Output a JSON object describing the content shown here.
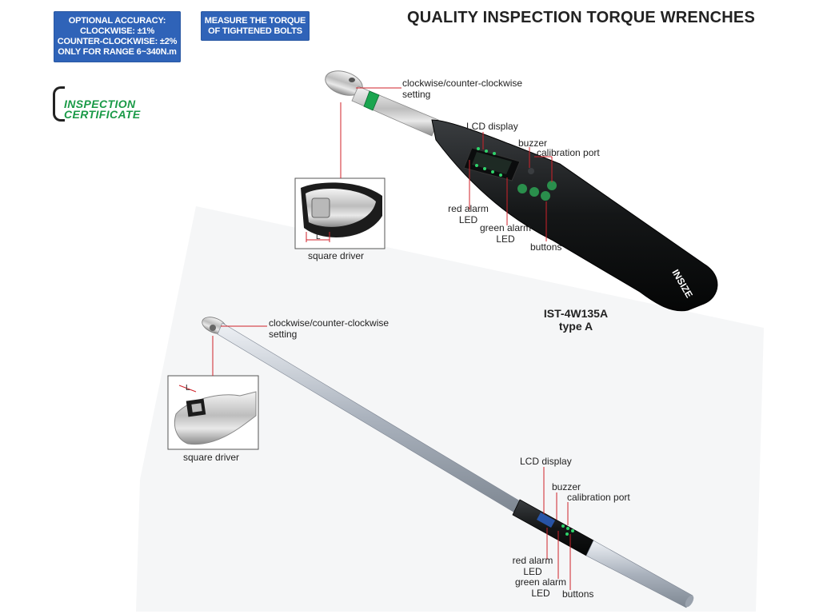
{
  "title": "QUALITY INSPECTION TORQUE WRENCHES",
  "badges": {
    "accuracy": [
      "OPTIONAL ACCURACY:",
      "CLOCKWISE: ±1%",
      "COUNTER-CLOCKWISE: ±2%",
      "ONLY FOR RANGE 6~340N.m"
    ],
    "measure": [
      "MEASURE THE TORQUE",
      "OF TIGHTENED BOLTS"
    ]
  },
  "certificate": [
    "INSPECTION",
    "CERTIFICATE"
  ],
  "brand": "INSIZE",
  "model": [
    "IST-4W135A",
    "type A"
  ],
  "labels_top": {
    "direction": [
      "clockwise/counter-clockwise",
      "setting"
    ],
    "lcd": "LCD display",
    "buzzer": "buzzer",
    "calibration": "calibration port",
    "red_alarm": [
      "red alarm",
      "LED"
    ],
    "green_alarm": [
      "green alarm",
      "LED"
    ],
    "buttons": "buttons",
    "square_driver": "square driver",
    "dim": "L"
  },
  "labels_bottom": {
    "direction": [
      "clockwise/counter-clockwise",
      "setting"
    ],
    "lcd": "LCD display",
    "buzzer": "buzzer",
    "calibration": "calibration port",
    "red_alarm": [
      "red alarm",
      "LED"
    ],
    "green_alarm": [
      "green alarm",
      "LED"
    ],
    "buttons": "buttons",
    "square_driver": "square driver",
    "dim": "L"
  },
  "colors": {
    "badge_blue": "#2f63b8",
    "leader_red": "#d0222a",
    "cert_green": "#1a9a47",
    "handle_black": "#161819",
    "led_green": "#2fd36a"
  }
}
